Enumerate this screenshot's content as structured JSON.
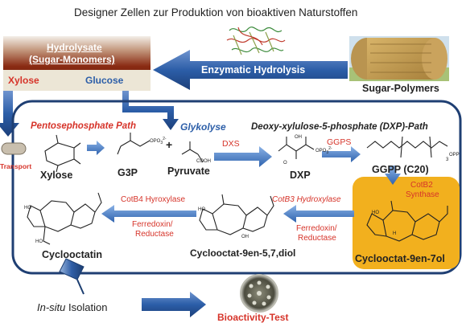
{
  "title": "Designer Zellen zur Produktion von bioaktiven Naturstoffen",
  "hydrolysate": {
    "title": "Hydrolysate",
    "subtitle": "(Sugar-Monomers)",
    "xylose": "Xylose",
    "glucose": "Glucose"
  },
  "enzymatic_hydrolysis": "Enzymatic Hydrolysis",
  "sugar_polymers": "Sugar-Polymers",
  "pathways": {
    "pentose": "Pentosephosphate Path",
    "glycolysis": "Glykolyse",
    "dxp": "Deoxy-xylulose-5-phosphate (DXP)-Path"
  },
  "transport": "Transport",
  "molecules": {
    "xylose": "Xylose",
    "g3p": "G3P",
    "plus": "+",
    "pyruvate": "Pyruvate",
    "dxp": "DXP",
    "ggpp": "GGPP (C20)",
    "cyclooctat_9en_7ol": "Cyclooctat-9en-7ol",
    "cyclooctat_diol": "Cyclooctat-9en-5,7,diol",
    "cyclooctatin": "Cyclooctatin"
  },
  "enzymes": {
    "dxs": "DXS",
    "ggps": "GGPS",
    "cotb2": "CotB2",
    "synthase": "Synthase",
    "cotb3": "CotB3 Hydroxylase",
    "cotb4": "CotB4 Hyroxylase",
    "ferredoxin_a": "Ferredoxin/",
    "reductase_a": "Reductase",
    "ferredoxin_b": "Ferredoxin/",
    "reductase_b": "Reductase"
  },
  "chem": {
    "opp": "OPP",
    "opo": "OPO",
    "opo_sub": "3",
    "opo_sup": "2-",
    "cooh": "COOH",
    "oh": "OH",
    "ho": "HO",
    "o": "O",
    "h": "H",
    "n3": "3"
  },
  "in_situ": "In-situ",
  "isolation": "Isolation",
  "bioactivity_test": "Bioactivity-Test",
  "colors": {
    "red": "#d6342a",
    "blue": "#2c5ea8",
    "dark_blue": "#1f3f73",
    "orange_box": "#f2b01e",
    "frame": "#1f3f73"
  }
}
